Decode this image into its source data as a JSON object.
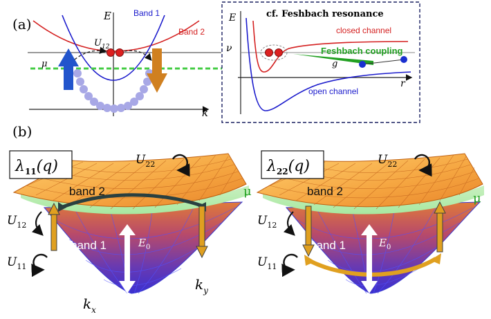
{
  "panel_a": {
    "label": "(a)",
    "axis_E": "E",
    "axis_k": "k",
    "band1": "Band 1",
    "band2": "Band 2",
    "coupling": "U",
    "coupling_sub": "12",
    "mu": "μ"
  },
  "inset": {
    "title": "cf. Feshbach resonance",
    "axis_E": "E",
    "axis_r": "r",
    "nu": "ν",
    "closed": "closed channel",
    "feshbach": "Feshbach coupling",
    "g": "g",
    "open": "open channel"
  },
  "panel_b": {
    "label": "(b)",
    "lambda11_main": "λ",
    "lambda11_sub": "11",
    "lambda11_arg": "(q)",
    "lambda22_main": "λ",
    "lambda22_sub": "22",
    "lambda22_arg": "(q)",
    "U22": "U",
    "U22_sub": "22",
    "U12": "U",
    "U12_sub": "12",
    "U11": "U",
    "U11_sub": "11",
    "mu": "μ",
    "band2": "band 2",
    "band1": "band 1",
    "E0": "E",
    "E0_sub": "0",
    "kx": "k",
    "kx_sub": "x",
    "ky": "k",
    "ky_sub": "y"
  },
  "colors": {
    "band1": "#1a1acc",
    "band2": "#d42020",
    "mu": "#44cc44",
    "feshbach": "#22a022",
    "spin_up": "#2255cc",
    "spin_down": "#d08020",
    "pair": "#a0a0e0",
    "upper_surface": "#f5a540",
    "lower_surface": "#7a3aa8",
    "arrow_gold": "#e0a020"
  }
}
